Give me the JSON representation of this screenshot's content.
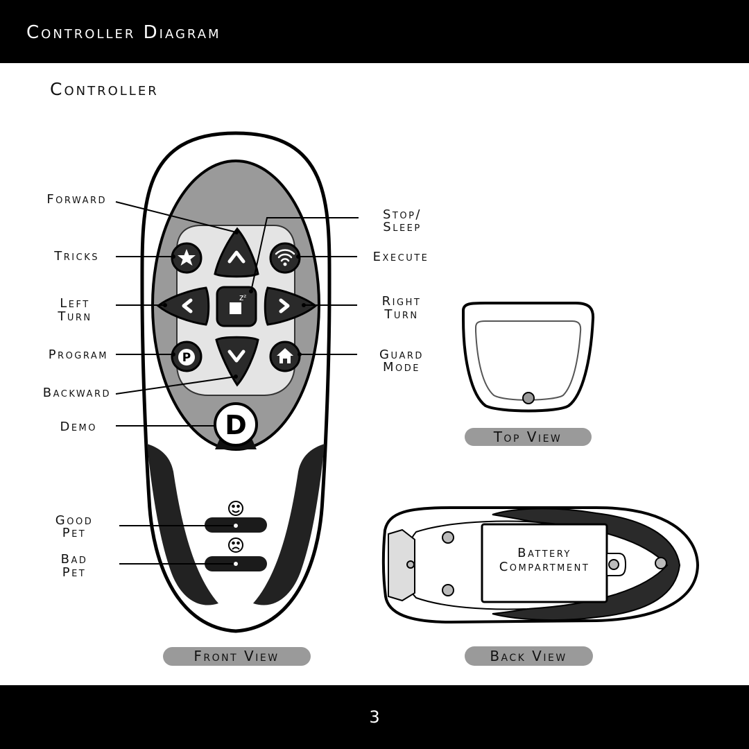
{
  "header": {
    "title": "Controller Diagram"
  },
  "section": {
    "title": "Controller"
  },
  "labels": {
    "forward": "Forward",
    "tricks": "Tricks",
    "left_turn": [
      "Left",
      "Turn"
    ],
    "program": "Program",
    "backward": "Backward",
    "demo": "Demo",
    "good_pet": [
      "Good",
      "Pet"
    ],
    "bad_pet": [
      "Bad",
      "Pet"
    ],
    "stop_sleep": [
      "Stop/",
      "Sleep"
    ],
    "execute": "Execute",
    "right_turn": [
      "Right",
      "Turn"
    ],
    "guard_mode": [
      "Guard",
      "Mode"
    ],
    "battery_compartment": [
      "Battery",
      "Compartment"
    ]
  },
  "buttons": {
    "program_letter": "P",
    "demo_letter": "D",
    "sleep_glyph": "zᶻ"
  },
  "captions": {
    "front_view": "Front View",
    "top_view": "Top View",
    "back_view": "Back View"
  },
  "footer": {
    "page_number": "3"
  }
}
